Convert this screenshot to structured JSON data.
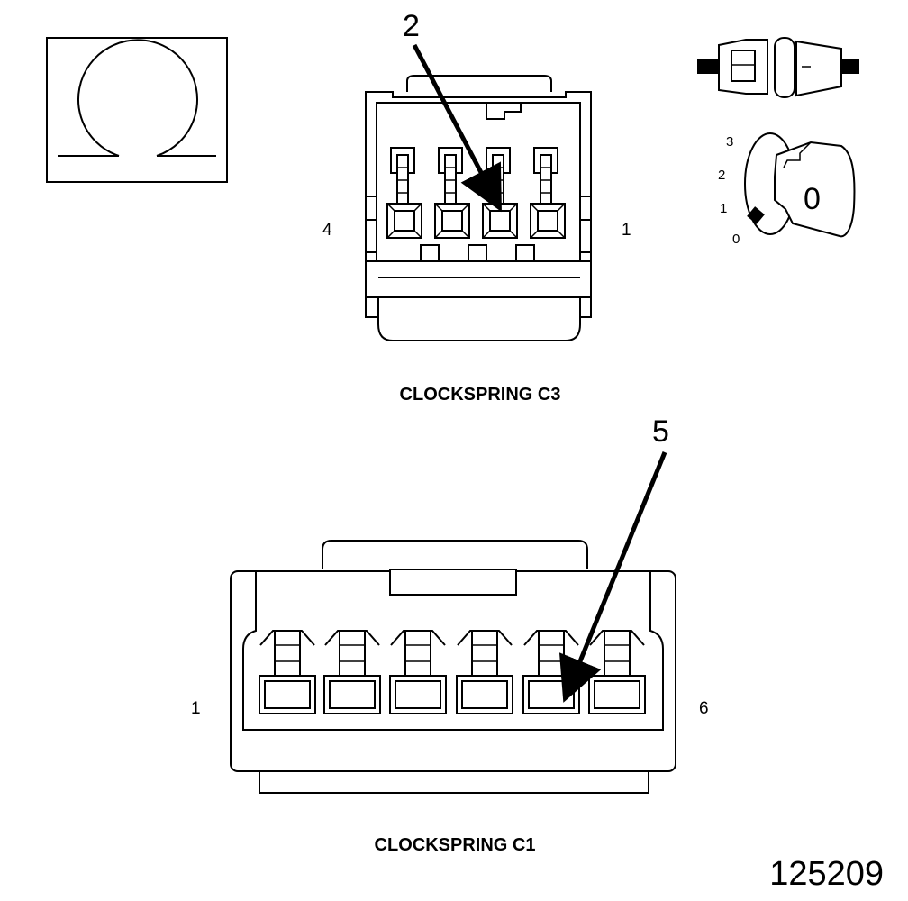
{
  "ohm_symbol": {
    "icon": "ohm-icon"
  },
  "ignition_icon": {
    "icon": "ignition-key-icon",
    "positions": [
      "3",
      "2",
      "1",
      "0"
    ],
    "key_label": "0"
  },
  "connector_c3": {
    "caption": "CLOCKSPRING C3",
    "pin_label_left": "4",
    "pin_label_right": "1",
    "callout": "2"
  },
  "connector_c1": {
    "caption": "CLOCKSPRING C1",
    "pin_label_left": "1",
    "pin_label_right": "6",
    "callout": "5"
  },
  "figure_number": "125209"
}
